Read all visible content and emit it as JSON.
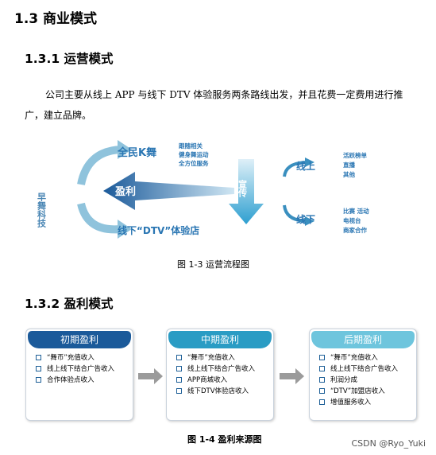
{
  "heading": "1.3 商业模式",
  "section1": {
    "heading": "1.3.1 运营模式",
    "paragraph": "公司主要从线上 APP 与线下 DTV 体验服务两条路线出发，并且花费一定费用进行推广，建立品牌。",
    "figure": {
      "left_label": "早舞科技",
      "top_label": "全民K舞",
      "top_notes": [
        "跟随相关",
        "健身舞运动",
        "全方位服务"
      ],
      "center_label": "盈利",
      "bottom_label": "线下“DTV”体验店",
      "promo_label": "宣传",
      "online_label": "线上",
      "online_notes": [
        "活跃榜单",
        "直播",
        "其他"
      ],
      "offline_label": "线下",
      "offline_notes": [
        "比赛  活动",
        "电视台",
        "商家合作"
      ],
      "caption": "图 1-3  运营流程图"
    }
  },
  "section2": {
    "heading": "1.3.2 盈利模式",
    "stages": [
      {
        "title": "初期盈利",
        "color": "#1b5a9a",
        "items": [
          "“舞币”充值收入",
          "线上线下结合广告收入",
          "合作体验点收入"
        ]
      },
      {
        "title": "中期盈利",
        "color": "#2a9cc4",
        "items": [
          "“舞币”充值收入",
          "线上线下结合广告收入",
          "APP商城收入",
          "线下DTV体验店收入"
        ]
      },
      {
        "title": "后期盈利",
        "color": "#6ec5dd",
        "items": [
          "“舞币”充值收入",
          "线上线下结合广告收入",
          "利润分成",
          "“DTV”加盟店收入",
          "增值服务收入"
        ]
      }
    ],
    "caption": "图 1-4  盈利来源图"
  },
  "watermark": "CSDN @Ryo_Yuki"
}
